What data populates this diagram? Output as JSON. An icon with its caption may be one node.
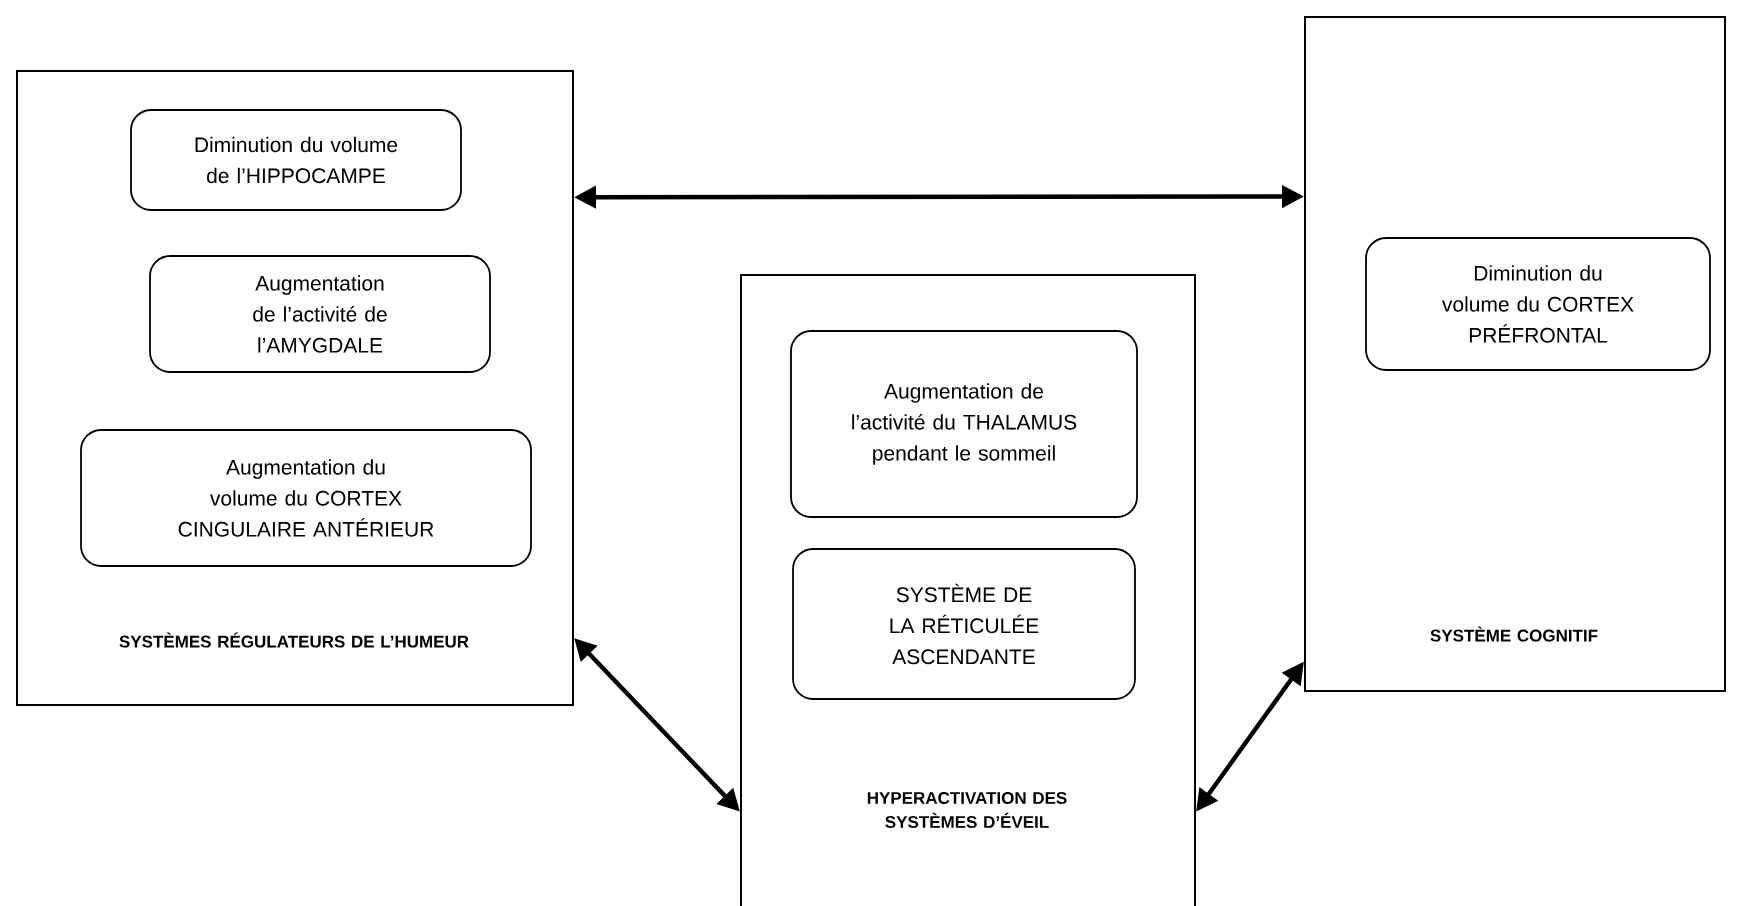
{
  "diagram": {
    "nodes": [
      {
        "text": [
          "SYSTÈMES RÉGULATEURS DE L’HUMEUR"
        ]
      },
      {
        "text": [
          "Diminution du volume de l’HIPPOCAMPE"
        ],
        "in": 0
      },
      {
        "text": [
          "Augmentation de l’activité de l’AMYGDALE"
        ],
        "in": 0
      },
      {
        "text": [
          "Augmentation du volume du CORTEX CINGULAIRE ANTÉRIEUR"
        ],
        "in": 0
      },
      {
        "text": [
          "HYPERACTIVATION DES SYSTÈMES D’ÉVEIL"
        ]
      },
      {
        "text": [
          "Augmentation de l’activité du THALAMUS pendant le sommeil"
        ],
        "in": 4
      },
      {
        "text": [
          "SYSTÈME DE LA RÉTICULÉE ASCENDANTE"
        ],
        "in": 4
      },
      {
        "text": [
          "SYSTÈME COGNITIF"
        ]
      },
      {
        "text": [
          "Diminution du volume du CORTEX PRÉFRONTAL"
        ],
        "in": 7
      }
    ],
    "edges": [
      {
        "from": 0,
        "to": 7,
        "arrow": "both"
      },
      {
        "from": 4,
        "to": 0,
        "arrow": "both"
      },
      {
        "from": 7,
        "to": 4,
        "arrow": "both"
      }
    ]
  }
}
